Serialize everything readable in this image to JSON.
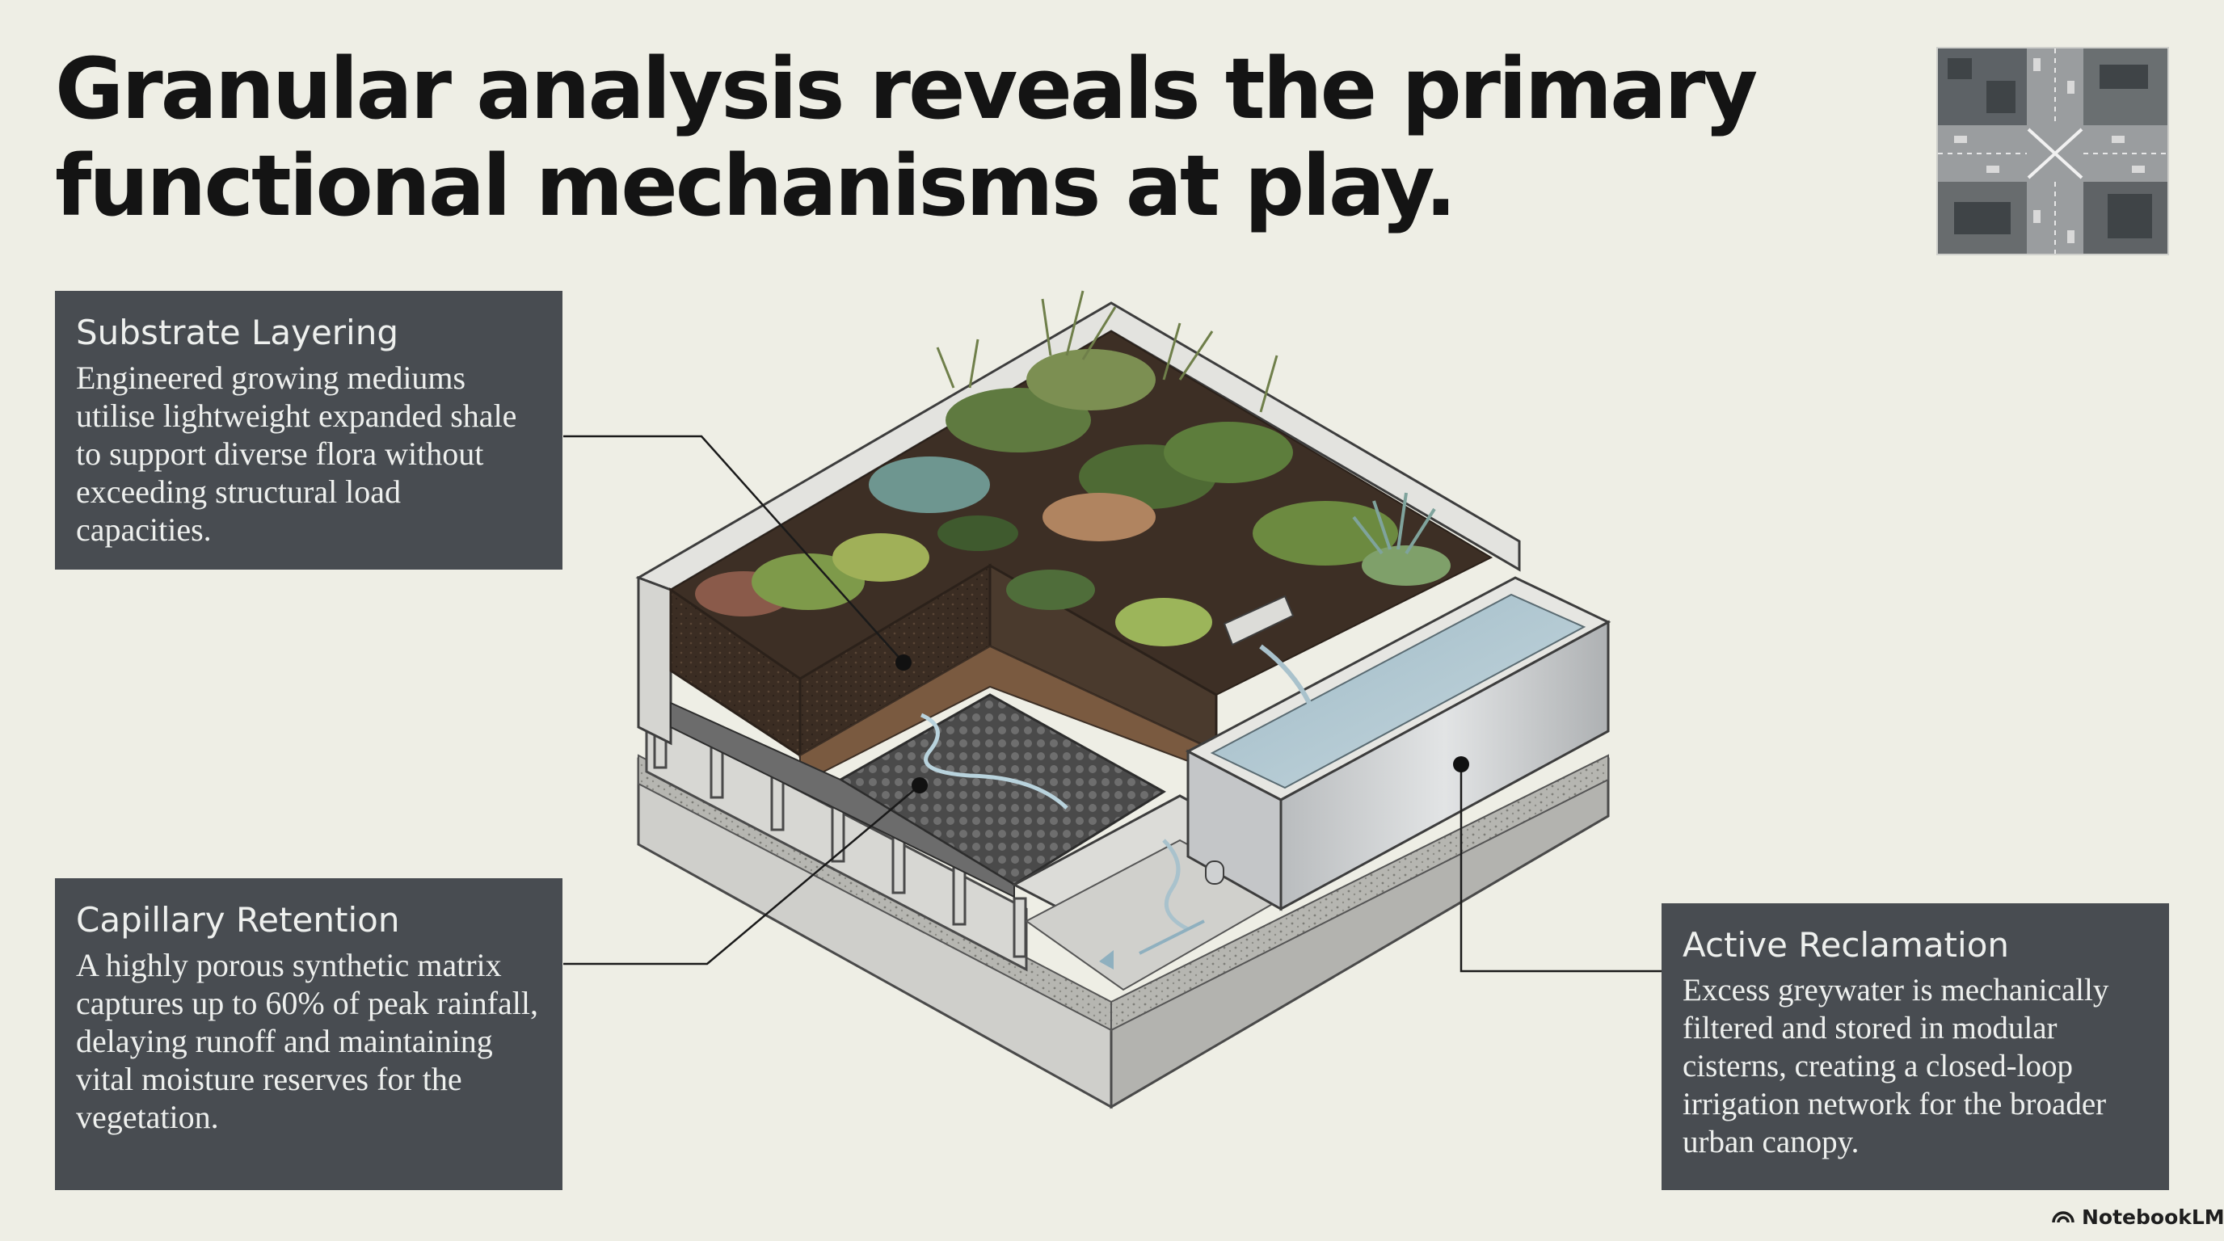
{
  "slide": {
    "title_line_1": "Granular analysis reveals the primary",
    "title_line_2": "functional mechanisms at play."
  },
  "callouts": {
    "substrate": {
      "heading": "Substrate Layering",
      "body": "Engineered growing mediums utilise lightweight expanded shale to support diverse flora without exceeding structural load capacities."
    },
    "capillary": {
      "heading": "Capillary Retention",
      "body": "A highly porous synthetic matrix captures up to 60% of peak rainfall, delaying runoff and maintaining vital moisture reserves for the vegetation."
    },
    "reclamation": {
      "heading": "Active Reclamation",
      "body": "Excess greywater is mechanically filtered and stored in modular cisterns, creating a closed-loop irrigation network for the broader urban canopy."
    }
  },
  "branding": {
    "logo_icon": "notebooklm-logo-icon",
    "name": "NotebookLM"
  },
  "colors": {
    "background": "#eeeee5",
    "callout_fill": "#484c51",
    "callout_text": "#eef0ee",
    "concrete": "#c4c4c0",
    "soil": "#3d2f25",
    "water": "#a9c2cc",
    "foliage": "#5f7a40"
  }
}
